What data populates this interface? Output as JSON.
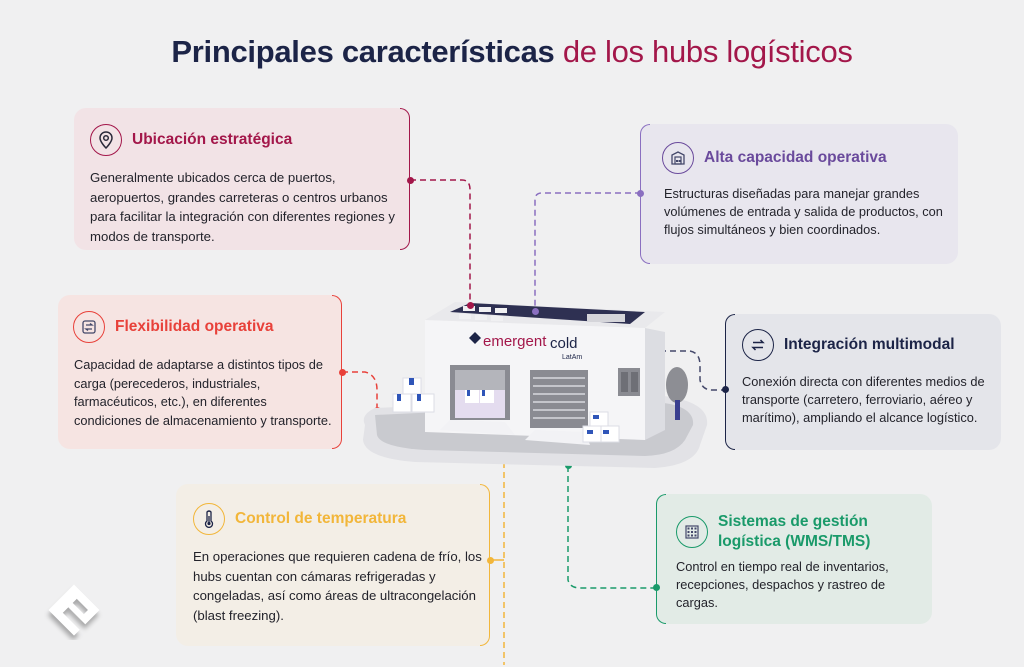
{
  "title": {
    "bold": "Principales características",
    "light": "de los hubs logísticos"
  },
  "colors": {
    "background": "#f0f0f1",
    "title_dark": "#1c2447",
    "title_accent": "#a3174a",
    "ubicacion": "#a3174a",
    "alta": "#6a4a9c",
    "flexibilidad": "#e8413a",
    "integracion": "#1c2447",
    "temperatura": "#f2b63a",
    "sistemas": "#1a9a6a"
  },
  "cards": {
    "ubicacion": {
      "heading": "Ubicación estratégica",
      "icon": "location-pin-icon",
      "body": "Generalmente ubicados cerca de puertos, aeropuertos, grandes carreteras o centros urbanos para facilitar la integración con diferentes regiones y modos de transporte."
    },
    "alta": {
      "heading": "Alta capacidad operativa",
      "icon": "warehouse-icon",
      "body": "Estructuras diseñadas para manejar grandes volúmenes de entrada y salida de productos, con flujos simultáneos y bien coordinados."
    },
    "flexibilidad": {
      "heading": "Flexibilidad operativa",
      "icon": "swap-box-icon",
      "body": "Capacidad de adaptarse a distintos tipos de carga (perecederos, industriales, farmacéuticos, etc.), en diferentes condiciones de almacenamiento y transporte."
    },
    "integracion": {
      "heading": "Integración multimodal",
      "icon": "arrows-exchange-icon",
      "body": "Conexión directa con diferentes medios de transporte (carretero, ferroviario, aéreo y marítimo), ampliando el alcance logístico."
    },
    "temperatura": {
      "heading": "Control de temperatura",
      "icon": "thermometer-icon",
      "body": "En operaciones que requieren cadena de frío, los hubs cuentan con cámaras refrigeradas y congeladas, así como áreas de ultracongelación (blast freezing)."
    },
    "sistemas": {
      "heading": "Sistemas de gestión logística (WMS/TMS)",
      "icon": "building-grid-icon",
      "body": "Control en tiempo real de inventarios, recepciones, despachos y rastreo de cargas."
    }
  },
  "building": {
    "brand_dark": "emergent",
    "brand_light": "cold",
    "brand_sub": "LatAm"
  }
}
